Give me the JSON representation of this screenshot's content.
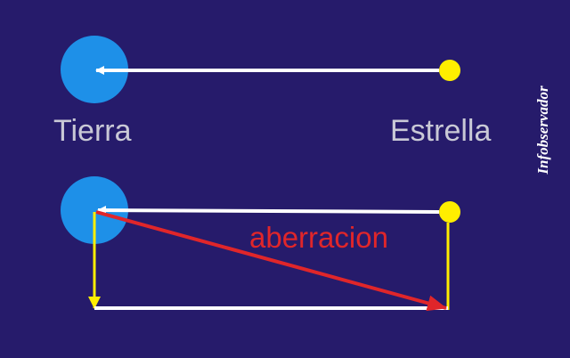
{
  "colors": {
    "background": "#261b6b",
    "earth": "#1e90e8",
    "star": "#ffee00",
    "ray": "#ffffff",
    "motion": "#ffee00",
    "aberration": "#e0262a",
    "label": "#c9c9d6",
    "watermark": "#ffffff"
  },
  "top_scene": {
    "earth_label": "Tierra",
    "star_label": "Estrella"
  },
  "bottom_scene": {
    "aberration_label": "aberracion"
  },
  "watermark": "Infobservador"
}
